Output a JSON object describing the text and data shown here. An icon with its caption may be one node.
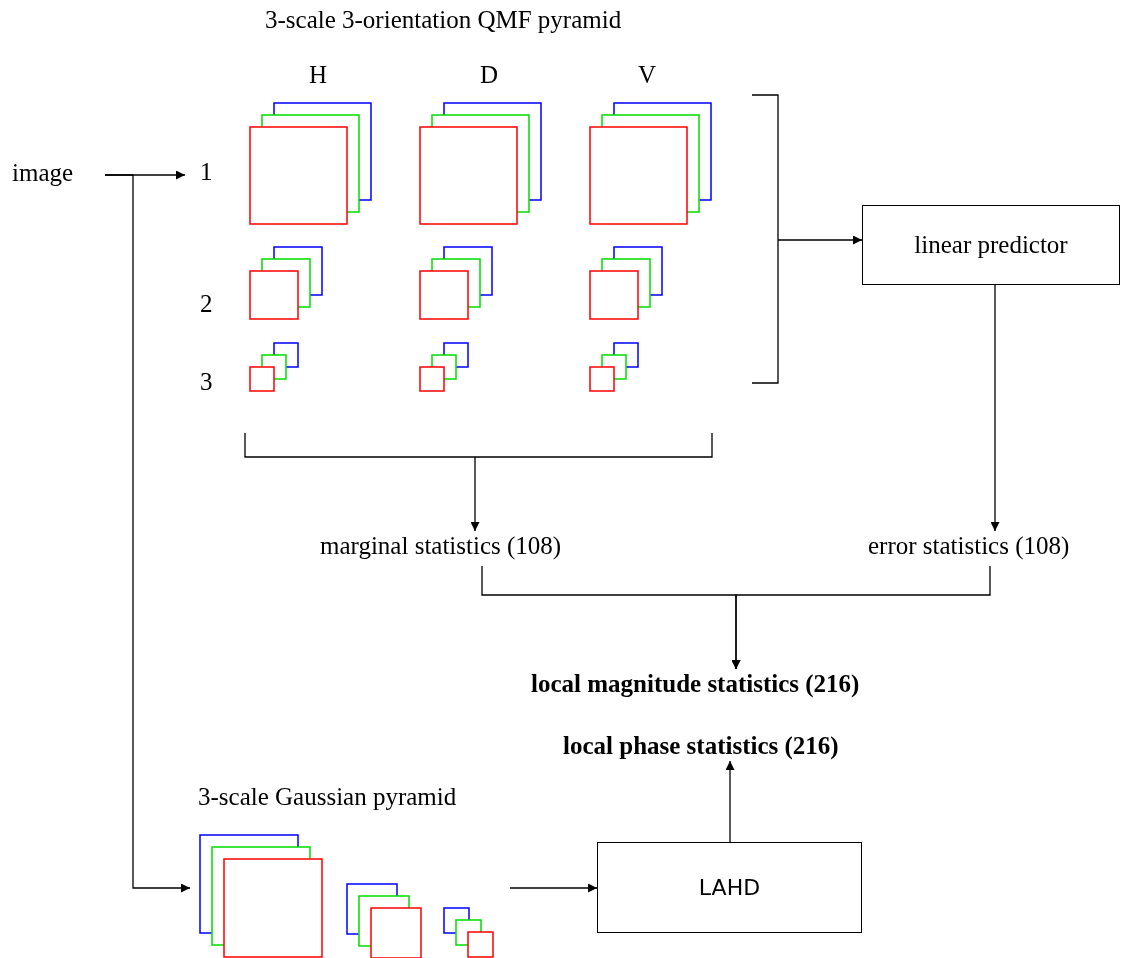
{
  "diagram": {
    "nodes": [
      {
        "text": [
          "image"
        ]
      },
      {
        "text": [
          "3-scale 3-orientation QMF pyramid"
        ]
      },
      {
        "text": [
          "linear predictor"
        ]
      },
      {
        "text": [
          "marginal statistics (108)"
        ]
      },
      {
        "text": [
          "error statistics (108)"
        ]
      },
      {
        "text": [
          "local magnitude statistics (216)"
        ]
      },
      {
        "text": [
          "local phase statistics (216)"
        ]
      },
      {
        "text": [
          "3-scale Gaussian pyramid"
        ]
      },
      {
        "text": [
          "LAHD"
        ]
      }
    ],
    "edges": [
      {
        "from": 0,
        "to": 1,
        "arrow": "to"
      },
      {
        "from": 0,
        "to": 7,
        "arrow": "to"
      },
      {
        "from": 1,
        "to": 2,
        "arrow": "to"
      },
      {
        "from": 1,
        "to": 3,
        "arrow": "to"
      },
      {
        "from": 2,
        "to": 4,
        "arrow": "to"
      },
      {
        "from": 3,
        "to": 5,
        "arrow": "to"
      },
      {
        "from": 4,
        "to": 5,
        "arrow": "to"
      },
      {
        "from": 7,
        "to": 8,
        "arrow": "to"
      },
      {
        "from": 8,
        "to": 6,
        "arrow": "to"
      }
    ],
    "labels": [
      "H",
      "D",
      "V",
      "1",
      "2",
      "3"
    ]
  }
}
